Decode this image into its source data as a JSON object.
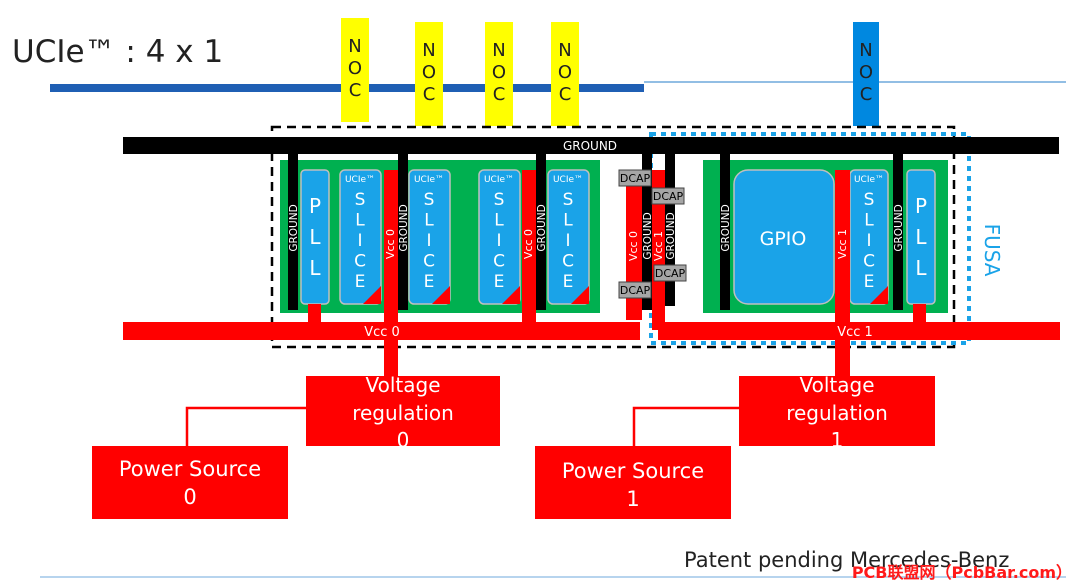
{
  "title": "UCIe™ : 4 x 1",
  "noc_letters": [
    "N",
    "O",
    "C"
  ],
  "ground_bar_label": "GROUND",
  "ground_vertical_label": "GROUND",
  "pll_letters": [
    "P",
    "L",
    "L"
  ],
  "slice_header": "UCIe™",
  "slice_letters": [
    "S",
    "L",
    "I",
    "C",
    "E"
  ],
  "vcc0_vertical_label": "Vcc 0",
  "vcc1_vertical_label": "Vcc 1",
  "vcc0_bar_label": "Vcc 0",
  "vcc1_bar_label": "Vcc 1",
  "dcap_label": "DCAP",
  "gpio_label": "GPIO",
  "fusa_label": "FUSA",
  "voltage_regulation_0": [
    "Voltage",
    "regulation",
    "0"
  ],
  "voltage_regulation_1": [
    "Voltage",
    "regulation",
    "1"
  ],
  "power_source_0": [
    "Power Source",
    "0"
  ],
  "power_source_1": [
    "Power Source",
    "1"
  ],
  "footer_text": "Patent pending Mercedes-Benz",
  "watermark_text": "PCB联盟网（PcbBar.com）",
  "colors": {
    "noc_yellow": "#ffff00",
    "noc_blue": "#0088e0",
    "header_bar_blue": "#1f5fb4",
    "thin_line_blue": "#6fa8dc",
    "green": "#00b050",
    "block_blue": "#1aa3e8",
    "red": "#ff0000",
    "black": "#000000",
    "fusa_blue": "#1aa3e8",
    "dcap_gray": "#a6a6a6"
  }
}
